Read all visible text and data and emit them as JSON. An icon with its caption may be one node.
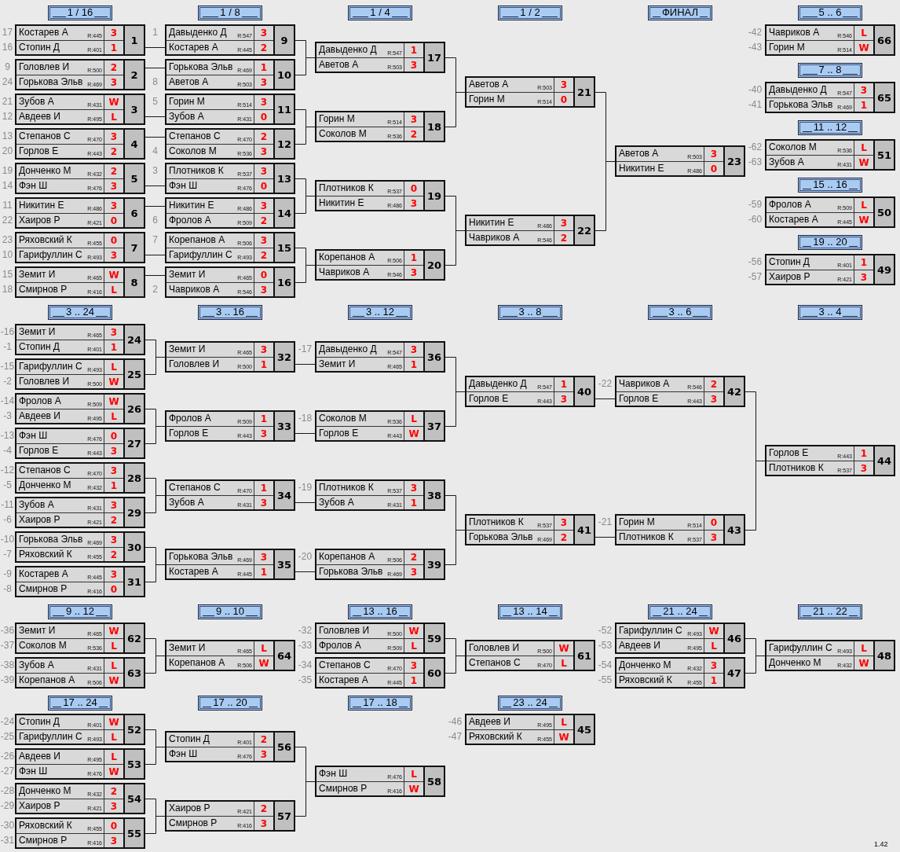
{
  "diagram": {
    "nodes": [
      {
        "text": [
          "1"
        ]
      },
      {
        "text": [
          "Костарев А",
          "R:445",
          "3"
        ],
        "in": 0,
        "beside": [
          "17"
        ]
      },
      {
        "text": [
          "Стопин Д",
          "R:401",
          "1"
        ],
        "in": 0,
        "beside": [
          "16"
        ]
      },
      {
        "text": [
          "2"
        ]
      },
      {
        "text": [
          "Головлев И",
          "R:500",
          "2"
        ],
        "in": 3,
        "beside": [
          "9"
        ]
      },
      {
        "text": [
          "Горькова Эльв",
          "R:469",
          "3"
        ],
        "in": 3,
        "beside": [
          "24"
        ]
      },
      {
        "text": [
          "3"
        ]
      },
      {
        "text": [
          "Зубов А",
          "R:431",
          "W"
        ],
        "in": 6,
        "beside": [
          "21"
        ]
      },
      {
        "text": [
          "Авдеев И",
          "R:495",
          "L"
        ],
        "in": 6,
        "beside": [
          "12"
        ]
      },
      {
        "text": [
          "4"
        ]
      },
      {
        "text": [
          "Степанов С",
          "R:470",
          "3"
        ],
        "in": 9,
        "beside": [
          "13"
        ]
      },
      {
        "text": [
          "Горлов Е",
          "R:443",
          "2"
        ],
        "in": 9,
        "beside": [
          "20"
        ]
      },
      {
        "text": [
          "5"
        ]
      },
      {
        "text": [
          "Донченко М",
          "R:432",
          "2"
        ],
        "in": 12,
        "beside": [
          "19"
        ]
      },
      {
        "text": [
          "Фэн Ш",
          "R:476",
          "3"
        ],
        "in": 12,
        "beside": [
          "14"
        ]
      },
      {
        "text": [
          "6"
        ]
      },
      {
        "text": [
          "Никитин Е",
          "R:486",
          "3"
        ],
        "in": 15,
        "beside": [
          "11"
        ]
      },
      {
        "text": [
          "Хаиров Р",
          "R:421",
          "0"
        ],
        "in": 15,
        "beside": [
          "22"
        ]
      },
      {
        "text": [
          "7"
        ]
      },
      {
        "text": [
          "Ряховский К",
          "R:455",
          "0"
        ],
        "in": 18,
        "beside": [
          "23"
        ]
      },
      {
        "text": [
          "Гарифуллин С",
          "R:493",
          "3"
        ],
        "in": 18,
        "beside": [
          "10"
        ]
      },
      {
        "text": [
          "8"
        ]
      },
      {
        "text": [
          "Земит И",
          "R:465",
          "W"
        ],
        "in": 21,
        "beside": [
          "15"
        ]
      },
      {
        "text": [
          "Смирнов Р",
          "R:416",
          "L"
        ],
        "in": 21,
        "beside": [
          "18"
        ]
      },
      {
        "text": [
          "9"
        ]
      },
      {
        "text": [
          "Давыденко Д",
          "R:547",
          "3"
        ],
        "in": 24,
        "beside": [
          "1"
        ]
      },
      {
        "text": [
          "Костарев А",
          "R:445",
          "2"
        ],
        "in": 24
      },
      {
        "text": [
          "10"
        ]
      },
      {
        "text": [
          "Горькова Эльв",
          "R:469",
          "1"
        ],
        "in": 27
      },
      {
        "text": [
          "Аветов А",
          "R:503",
          "3"
        ],
        "in": 27,
        "beside": [
          "8"
        ]
      },
      {
        "text": [
          "11"
        ]
      },
      {
        "text": [
          "Горин М",
          "R:514",
          "3"
        ],
        "in": 30,
        "beside": [
          "5"
        ]
      },
      {
        "text": [
          "Зубов А",
          "R:431",
          "0"
        ],
        "in": 30
      },
      {
        "text": [
          "12"
        ]
      },
      {
        "text": [
          "Степанов С",
          "R:470",
          "2"
        ],
        "in": 33
      },
      {
        "text": [
          "Соколов М",
          "R:536",
          "3"
        ],
        "in": 33,
        "beside": [
          "4"
        ]
      },
      {
        "text": [
          "13"
        ]
      },
      {
        "text": [
          "Плотников К",
          "R:537",
          "3"
        ],
        "in": 36,
        "beside": [
          "3"
        ]
      },
      {
        "text": [
          "Фэн Ш",
          "R:476",
          "0"
        ],
        "in": 36
      },
      {
        "text": [
          "14"
        ]
      },
      {
        "text": [
          "Никитин Е",
          "R:486",
          "3"
        ],
        "in": 39
      },
      {
        "text": [
          "Фролов А",
          "R:509",
          "2"
        ],
        "in": 39,
        "beside": [
          "6"
        ]
      },
      {
        "text": [
          "15"
        ]
      },
      {
        "text": [
          "Корепанов А",
          "R:506",
          "3"
        ],
        "in": 42,
        "beside": [
          "7"
        ]
      },
      {
        "text": [
          "Гарифуллин С",
          "R:493",
          "2"
        ],
        "in": 42
      },
      {
        "text": [
          "16"
        ]
      },
      {
        "text": [
          "Земит И",
          "R:465",
          "0"
        ],
        "in": 45
      },
      {
        "text": [
          "Чавриков А",
          "R:546",
          "3"
        ],
        "in": 45,
        "beside": [
          "2"
        ]
      },
      {
        "text": [
          "17"
        ]
      },
      {
        "text": [
          "Давыденко Д",
          "R:547",
          "1"
        ],
        "in": 48
      },
      {
        "text": [
          "Аветов А",
          "R:503",
          "3"
        ],
        "in": 48
      },
      {
        "text": [
          "18"
        ]
      },
      {
        "text": [
          "Горин М",
          "R:514",
          "3"
        ],
        "in": 51
      },
      {
        "text": [
          "Соколов М",
          "R:536",
          "2"
        ],
        "in": 51
      },
      {
        "text": [
          "19"
        ]
      },
      {
        "text": [
          "Плотников К",
          "R:537",
          "0"
        ],
        "in": 54
      },
      {
        "text": [
          "Никитин Е",
          "R:486",
          "3"
        ],
        "in": 54
      },
      {
        "text": [
          "20"
        ]
      },
      {
        "text": [
          "Корепанов А",
          "R:506",
          "1"
        ],
        "in": 57
      },
      {
        "text": [
          "Чавриков А",
          "R:546",
          "3"
        ],
        "in": 57
      },
      {
        "text": [
          "21"
        ]
      },
      {
        "text": [
          "Аветов А",
          "R:503",
          "3"
        ],
        "in": 60
      },
      {
        "text": [
          "Горин М",
          "R:514",
          "0"
        ],
        "in": 60
      },
      {
        "text": [
          "22"
        ]
      },
      {
        "text": [
          "Никитин Е",
          "R:486",
          "3"
        ],
        "in": 63
      },
      {
        "text": [
          "Чавриков А",
          "R:546",
          "2"
        ],
        "in": 63
      },
      {
        "text": [
          "23"
        ]
      },
      {
        "text": [
          "Аветов А",
          "R:503",
          "3"
        ],
        "in": 66
      },
      {
        "text": [
          "Никитин Е",
          "R:486",
          "0"
        ],
        "in": 66
      },
      {
        "text": [
          "66"
        ]
      },
      {
        "text": [
          "Чавриков А",
          "R:546",
          "L"
        ],
        "in": 69,
        "beside": [
          "-42"
        ]
      },
      {
        "text": [
          "Горин М",
          "R:514",
          "W"
        ],
        "in": 69,
        "beside": [
          "-43"
        ]
      },
      {
        "text": [
          "65"
        ]
      },
      {
        "text": [
          "Давыденко Д",
          "R:547",
          "3"
        ],
        "in": 72,
        "beside": [
          "-40"
        ]
      },
      {
        "text": [
          "Горькова Эльв",
          "R:469",
          "1"
        ],
        "in": 72,
        "beside": [
          "-41"
        ]
      },
      {
        "text": [
          "51"
        ]
      },
      {
        "text": [
          "Соколов М",
          "R:536",
          "L"
        ],
        "in": 75,
        "beside": [
          "-62"
        ]
      },
      {
        "text": [
          "Зубов А",
          "R:431",
          "W"
        ],
        "in": 75,
        "beside": [
          "-63"
        ]
      },
      {
        "text": [
          "50"
        ]
      },
      {
        "text": [
          "Фролов А",
          "R:509",
          "L"
        ],
        "in": 78,
        "beside": [
          "-59"
        ]
      },
      {
        "text": [
          "Костарев А",
          "R:445",
          "W"
        ],
        "in": 78,
        "beside": [
          "-60"
        ]
      },
      {
        "text": [
          "49"
        ]
      },
      {
        "text": [
          "Стопин Д",
          "R:401",
          "1"
        ],
        "in": 81,
        "beside": [
          "-56"
        ]
      },
      {
        "text": [
          "Хаиров Р",
          "R:421",
          "3"
        ],
        "in": 81,
        "beside": [
          "-57"
        ]
      },
      {
        "text": [
          "24"
        ]
      },
      {
        "text": [
          "Земит И",
          "R:465",
          "3"
        ],
        "in": 84,
        "beside": [
          "-16"
        ]
      },
      {
        "text": [
          "Стопин Д",
          "R:401",
          "1"
        ],
        "in": 84,
        "beside": [
          "-1"
        ]
      },
      {
        "text": [
          "25"
        ]
      },
      {
        "text": [
          "Гарифуллин С",
          "R:493",
          "L"
        ],
        "in": 87,
        "beside": [
          "-15"
        ]
      },
      {
        "text": [
          "Головлев И",
          "R:500",
          "W"
        ],
        "in": 87,
        "beside": [
          "-2"
        ]
      },
      {
        "text": [
          "26"
        ]
      },
      {
        "text": [
          "Фролов А",
          "R:509",
          "W"
        ],
        "in": 90,
        "beside": [
          "-14"
        ]
      },
      {
        "text": [
          "Авдеев И",
          "R:495",
          "L"
        ],
        "in": 90,
        "beside": [
          "-3"
        ]
      },
      {
        "text": [
          "27"
        ]
      },
      {
        "text": [
          "Фэн Ш",
          "R:476",
          "0"
        ],
        "in": 93,
        "beside": [
          "-13"
        ]
      },
      {
        "text": [
          "Горлов Е",
          "R:443",
          "3"
        ],
        "in": 93,
        "beside": [
          "-4"
        ]
      },
      {
        "text": [
          "28"
        ]
      },
      {
        "text": [
          "Степанов С",
          "R:470",
          "3"
        ],
        "in": 96,
        "beside": [
          "-12"
        ]
      },
      {
        "text": [
          "Донченко М",
          "R:432",
          "1"
        ],
        "in": 96,
        "beside": [
          "-5"
        ]
      },
      {
        "text": [
          "29"
        ]
      },
      {
        "text": [
          "Зубов А",
          "R:431",
          "3"
        ],
        "in": 99,
        "beside": [
          "-11"
        ]
      },
      {
        "text": [
          "Хаиров Р",
          "R:421",
          "2"
        ],
        "in": 99,
        "beside": [
          "-6"
        ]
      },
      {
        "text": [
          "30"
        ]
      },
      {
        "text": [
          "Горькова Эльв",
          "R:469",
          "3"
        ],
        "in": 102,
        "beside": [
          "-10"
        ]
      },
      {
        "text": [
          "Ряховский К",
          "R:455",
          "2"
        ],
        "in": 102,
        "beside": [
          "-7"
        ]
      },
      {
        "text": [
          "31"
        ]
      },
      {
        "text": [
          "Костарев А",
          "R:445",
          "3"
        ],
        "in": 105,
        "beside": [
          "-9"
        ]
      },
      {
        "text": [
          "Смирнов Р",
          "R:416",
          "0"
        ],
        "in": 105,
        "beside": [
          "-8"
        ]
      },
      {
        "text": [
          "32"
        ]
      },
      {
        "text": [
          "Земит И",
          "R:465",
          "3"
        ],
        "in": 108
      },
      {
        "text": [
          "Головлев И",
          "R:500",
          "1"
        ],
        "in": 108
      },
      {
        "text": [
          "33"
        ]
      },
      {
        "text": [
          "Фролов А",
          "R:509",
          "1"
        ],
        "in": 111
      },
      {
        "text": [
          "Горлов Е",
          "R:443",
          "3"
        ],
        "in": 111
      },
      {
        "text": [
          "34"
        ]
      },
      {
        "text": [
          "Степанов С",
          "R:470",
          "1"
        ],
        "in": 114
      },
      {
        "text": [
          "Зубов А",
          "R:431",
          "3"
        ],
        "in": 114
      },
      {
        "text": [
          "35"
        ]
      },
      {
        "text": [
          "Горькова Эльв",
          "R:469",
          "3"
        ],
        "in": 117
      },
      {
        "text": [
          "Костарев А",
          "R:445",
          "1"
        ],
        "in": 117
      },
      {
        "text": [
          "36"
        ]
      },
      {
        "text": [
          "Давыденко Д",
          "R:547",
          "3"
        ],
        "in": 120,
        "beside": [
          "-17"
        ]
      },
      {
        "text": [
          "Земит И",
          "R:465",
          "1"
        ],
        "in": 120
      },
      {
        "text": [
          "37"
        ]
      },
      {
        "text": [
          "Соколов М",
          "R:536",
          "L"
        ],
        "in": 123,
        "beside": [
          "-18"
        ]
      },
      {
        "text": [
          "Горлов Е",
          "R:443",
          "W"
        ],
        "in": 123
      },
      {
        "text": [
          "38"
        ]
      },
      {
        "text": [
          "Плотников К",
          "R:537",
          "3"
        ],
        "in": 126,
        "beside": [
          "-19"
        ]
      },
      {
        "text": [
          "Зубов А",
          "R:431",
          "1"
        ],
        "in": 126
      },
      {
        "text": [
          "39"
        ]
      },
      {
        "text": [
          "Корепанов А",
          "R:506",
          "2"
        ],
        "in": 129,
        "beside": [
          "-20"
        ]
      },
      {
        "text": [
          "Горькова Эльв",
          "R:469",
          "3"
        ],
        "in": 129
      },
      {
        "text": [
          "40"
        ]
      },
      {
        "text": [
          "Давыденко Д",
          "R:547",
          "1"
        ],
        "in": 132
      },
      {
        "text": [
          "Горлов Е",
          "R:443",
          "3"
        ],
        "in": 132
      },
      {
        "text": [
          "41"
        ]
      },
      {
        "text": [
          "Плотников К",
          "R:537",
          "3"
        ],
        "in": 135
      },
      {
        "text": [
          "Горькова Эльв",
          "R:469",
          "2"
        ],
        "in": 135
      },
      {
        "text": [
          "42"
        ]
      },
      {
        "text": [
          "Чавриков А",
          "R:546",
          "2"
        ],
        "in": 138,
        "beside": [
          "-22"
        ]
      },
      {
        "text": [
          "Горлов Е",
          "R:443",
          "3"
        ],
        "in": 138
      },
      {
        "text": [
          "43"
        ]
      },
      {
        "text": [
          "Горин М",
          "R:514",
          "0"
        ],
        "in": 141,
        "beside": [
          "-21"
        ]
      },
      {
        "text": [
          "Плотников К",
          "R:537",
          "3"
        ],
        "in": 141
      },
      {
        "text": [
          "44"
        ]
      },
      {
        "text": [
          "Горлов Е",
          "R:443",
          "1"
        ],
        "in": 144
      },
      {
        "text": [
          "Плотников К",
          "R:537",
          "3"
        ],
        "in": 144
      },
      {
        "text": [
          "62"
        ]
      },
      {
        "text": [
          "Земит И",
          "R:465",
          "W"
        ],
        "in": 147,
        "beside": [
          "-36"
        ]
      },
      {
        "text": [
          "Соколов М",
          "R:536",
          "L"
        ],
        "in": 147,
        "beside": [
          "-37"
        ]
      },
      {
        "text": [
          "63"
        ]
      },
      {
        "text": [
          "Зубов А",
          "R:431",
          "L"
        ],
        "in": 150,
        "beside": [
          "-38"
        ]
      },
      {
        "text": [
          "Корепанов А",
          "R:506",
          "W"
        ],
        "in": 150,
        "beside": [
          "-39"
        ]
      },
      {
        "text": [
          "64"
        ]
      },
      {
        "text": [
          "Земит И",
          "R:465",
          "L"
        ],
        "in": 153
      },
      {
        "text": [
          "Корепанов А",
          "R:506",
          "W"
        ],
        "in": 153
      },
      {
        "text": [
          "59"
        ]
      },
      {
        "text": [
          "Головлев И",
          "R:500",
          "W"
        ],
        "in": 156,
        "beside": [
          "-32"
        ]
      },
      {
        "text": [
          "Фролов А",
          "R:509",
          "L"
        ],
        "in": 156,
        "beside": [
          "-33"
        ]
      },
      {
        "text": [
          "60"
        ]
      },
      {
        "text": [
          "Степанов С",
          "R:470",
          "3"
        ],
        "in": 159,
        "beside": [
          "-34"
        ]
      },
      {
        "text": [
          "Костарев А",
          "R:445",
          "1"
        ],
        "in": 159,
        "beside": [
          "-35"
        ]
      },
      {
        "text": [
          "61"
        ]
      },
      {
        "text": [
          "Головлев И",
          "R:500",
          "W"
        ],
        "in": 162
      },
      {
        "text": [
          "Степанов С",
          "R:470",
          "L"
        ],
        "in": 162
      },
      {
        "text": [
          "46"
        ]
      },
      {
        "text": [
          "Гарифуллин С",
          "R:493",
          "W"
        ],
        "in": 165,
        "beside": [
          "-52"
        ]
      },
      {
        "text": [
          "Авдеев И",
          "R:495",
          "L"
        ],
        "in": 165,
        "beside": [
          "-53"
        ]
      },
      {
        "text": [
          "47"
        ]
      },
      {
        "text": [
          "Донченко М",
          "R:432",
          "3"
        ],
        "in": 168,
        "beside": [
          "-54"
        ]
      },
      {
        "text": [
          "Ряховский К",
          "R:455",
          "1"
        ],
        "in": 168,
        "beside": [
          "-55"
        ]
      },
      {
        "text": [
          "48"
        ]
      },
      {
        "text": [
          "Гарифуллин С",
          "R:493",
          "L"
        ],
        "in": 171
      },
      {
        "text": [
          "Донченко М",
          "R:432",
          "W"
        ],
        "in": 171
      },
      {
        "text": [
          "52"
        ]
      },
      {
        "text": [
          "Стопин Д",
          "R:401",
          "W"
        ],
        "in": 174,
        "beside": [
          "-24"
        ]
      },
      {
        "text": [
          "Гарифуллин С",
          "R:493",
          "L"
        ],
        "in": 174,
        "beside": [
          "-25"
        ]
      },
      {
        "text": [
          "53"
        ]
      },
      {
        "text": [
          "Авдеев И",
          "R:495",
          "L"
        ],
        "in": 177,
        "beside": [
          "-26"
        ]
      },
      {
        "text": [
          "Фэн Ш",
          "R:476",
          "W"
        ],
        "in": 177,
        "beside": [
          "-27"
        ]
      },
      {
        "text": [
          "54"
        ]
      },
      {
        "text": [
          "Донченко М",
          "R:432",
          "2"
        ],
        "in": 180,
        "beside": [
          "-28"
        ]
      },
      {
        "text": [
          "Хаиров Р",
          "R:421",
          "3"
        ],
        "in": 180,
        "beside": [
          "-29"
        ]
      },
      {
        "text": [
          "55"
        ]
      },
      {
        "text": [
          "Ряховский К",
          "R:455",
          "0"
        ],
        "in": 183,
        "beside": [
          "-30"
        ]
      },
      {
        "text": [
          "Смирнов Р",
          "R:416",
          "3"
        ],
        "in": 183,
        "beside": [
          "-31"
        ]
      },
      {
        "text": [
          "56"
        ]
      },
      {
        "text": [
          "Стопин Д",
          "R:401",
          "2"
        ],
        "in": 186
      },
      {
        "text": [
          "Фэн Ш",
          "R:476",
          "3"
        ],
        "in": 186
      },
      {
        "text": [
          "57"
        ]
      },
      {
        "text": [
          "Хаиров Р",
          "R:421",
          "2"
        ],
        "in": 189
      },
      {
        "text": [
          "Смирнов Р",
          "R:416",
          "3"
        ],
        "in": 189
      },
      {
        "text": [
          "58"
        ]
      },
      {
        "text": [
          "Фэн Ш",
          "R:476",
          "L"
        ],
        "in": 192
      },
      {
        "text": [
          "Смирнов Р",
          "R:416",
          "W"
        ],
        "in": 192
      },
      {
        "text": [
          "45"
        ]
      },
      {
        "text": [
          "Авдеев И",
          "R:495",
          "L"
        ],
        "in": 195,
        "beside": [
          "-46"
        ]
      },
      {
        "text": [
          "Ряховский К",
          "R:455",
          "W"
        ],
        "in": 195,
        "beside": [
          "-47"
        ]
      }
    ],
    "edges": [
      {
        "from": 0,
        "to": 26,
        "arrow": "none"
      },
      {
        "from": 3,
        "to": 28,
        "arrow": "none"
      },
      {
        "from": 6,
        "to": 32,
        "arrow": "none"
      },
      {
        "from": 9,
        "to": 34,
        "arrow": "none"
      },
      {
        "from": 12,
        "to": 38,
        "arrow": "none"
      },
      {
        "from": 15,
        "to": 40,
        "arrow": "none"
      },
      {
        "from": 18,
        "to": 44,
        "arrow": "none"
      },
      {
        "from": 21,
        "to": 46,
        "arrow": "none"
      },
      {
        "from": 24,
        "to": 48,
        "arrow": "none"
      },
      {
        "from": 27,
        "to": 48,
        "arrow": "none"
      },
      {
        "from": 30,
        "to": 51,
        "arrow": "none"
      },
      {
        "from": 33,
        "to": 51,
        "arrow": "none"
      },
      {
        "from": 36,
        "to": 54,
        "arrow": "none"
      },
      {
        "from": 39,
        "to": 54,
        "arrow": "none"
      },
      {
        "from": 42,
        "to": 57,
        "arrow": "none"
      },
      {
        "from": 45,
        "to": 57,
        "arrow": "none"
      },
      {
        "from": 48,
        "to": 60,
        "arrow": "none"
      },
      {
        "from": 51,
        "to": 60,
        "arrow": "none"
      },
      {
        "from": 54,
        "to": 63,
        "arrow": "none"
      },
      {
        "from": 57,
        "to": 63,
        "arrow": "none"
      },
      {
        "from": 60,
        "to": 66,
        "arrow": "none"
      },
      {
        "from": 63,
        "to": 66,
        "arrow": "none"
      },
      {
        "from": 84,
        "to": 108,
        "arrow": "none"
      },
      {
        "from": 87,
        "to": 108,
        "arrow": "none"
      },
      {
        "from": 90,
        "to": 111,
        "arrow": "none"
      },
      {
        "from": 93,
        "to": 111,
        "arrow": "none"
      },
      {
        "from": 96,
        "to": 114,
        "arrow": "none"
      },
      {
        "from": 99,
        "to": 114,
        "arrow": "none"
      },
      {
        "from": 102,
        "to": 117,
        "arrow": "none"
      },
      {
        "from": 105,
        "to": 117,
        "arrow": "none"
      },
      {
        "from": 108,
        "to": 122,
        "arrow": "none"
      },
      {
        "from": 111,
        "to": 125,
        "arrow": "none"
      },
      {
        "from": 114,
        "to": 128,
        "arrow": "none"
      },
      {
        "from": 117,
        "to": 131,
        "arrow": "none"
      },
      {
        "from": 120,
        "to": 132,
        "arrow": "none"
      },
      {
        "from": 123,
        "to": 132,
        "arrow": "none"
      },
      {
        "from": 126,
        "to": 135,
        "arrow": "none"
      },
      {
        "from": 129,
        "to": 135,
        "arrow": "none"
      },
      {
        "from": 132,
        "to": 140,
        "arrow": "none"
      },
      {
        "from": 135,
        "to": 143,
        "arrow": "none"
      },
      {
        "from": 138,
        "to": 144,
        "arrow": "none"
      },
      {
        "from": 141,
        "to": 144,
        "arrow": "none"
      },
      {
        "from": 147,
        "to": 153,
        "arrow": "none"
      },
      {
        "from": 150,
        "to": 153,
        "arrow": "none"
      },
      {
        "from": 156,
        "to": 162,
        "arrow": "none"
      },
      {
        "from": 159,
        "to": 162,
        "arrow": "none"
      },
      {
        "from": 165,
        "to": 171,
        "arrow": "none"
      },
      {
        "from": 168,
        "to": 171,
        "arrow": "none"
      },
      {
        "from": 174,
        "to": 186,
        "arrow": "none"
      },
      {
        "from": 177,
        "to": 186,
        "arrow": "none"
      },
      {
        "from": 180,
        "to": 189,
        "arrow": "none"
      },
      {
        "from": 183,
        "to": 189,
        "arrow": "none"
      },
      {
        "from": 186,
        "to": 192,
        "arrow": "none"
      },
      {
        "from": 189,
        "to": 192,
        "arrow": "none"
      }
    ],
    "labels": [
      "1 / 16",
      "1 / 8",
      "1 / 4",
      "1 / 2",
      "ФИНАЛ",
      "5 .. 6",
      "7 .. 8",
      "11 .. 12",
      "15 .. 16",
      "19 .. 20",
      "3 .. 24",
      "3 .. 16",
      "3 .. 12",
      "3 .. 8",
      "3 .. 6",
      "3 .. 4",
      "9 .. 12",
      "9 .. 10",
      "13 .. 16",
      "13 .. 14",
      "21 .. 24",
      "21 .. 22",
      "17 .. 24",
      "17 .. 20",
      "17 .. 18",
      "23 .. 24",
      "1.42"
    ]
  }
}
